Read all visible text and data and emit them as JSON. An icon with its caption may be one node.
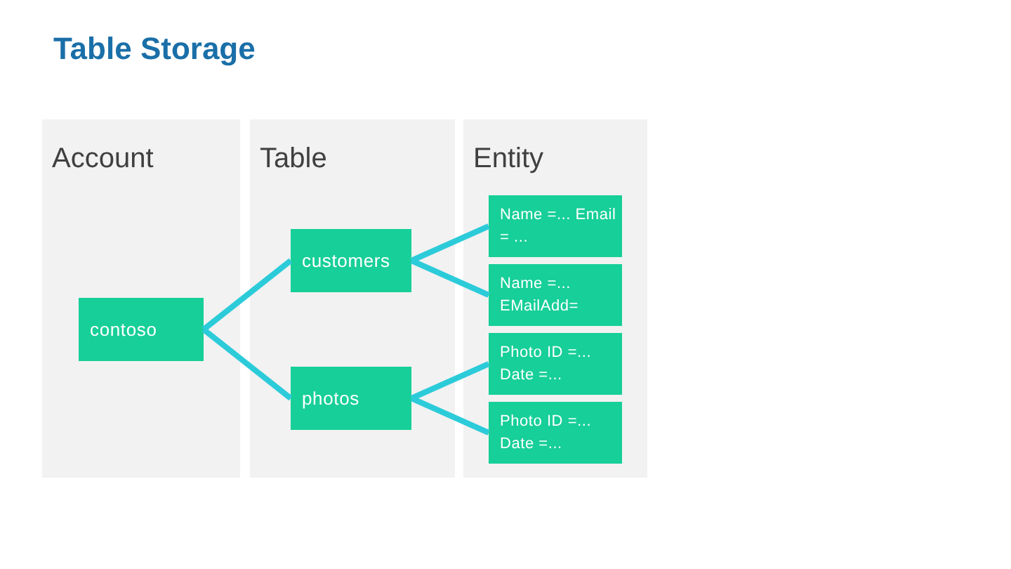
{
  "diagram": {
    "title": "Table Storage",
    "nodes": [
      {
        "text": [
          "Account"
        ]
      },
      {
        "text": [
          "Table"
        ]
      },
      {
        "text": [
          "Entity"
        ]
      },
      {
        "text": [
          "contoso"
        ],
        "in": 0
      },
      {
        "text": [
          "customers"
        ],
        "in": 1
      },
      {
        "text": [
          "photos"
        ],
        "in": 1
      },
      {
        "text": [
          "Name =... Email = ..."
        ],
        "in": 2
      },
      {
        "text": [
          "Name =... EMailAdd="
        ],
        "in": 2
      },
      {
        "text": [
          "Photo ID =... Date =..."
        ],
        "in": 2
      },
      {
        "text": [
          "Photo ID =... Date =..."
        ],
        "in": 2
      }
    ],
    "edges": [
      {
        "from": 3,
        "to": 4,
        "arrow": "none"
      },
      {
        "from": 3,
        "to": 5,
        "arrow": "none"
      },
      {
        "from": 4,
        "to": 6,
        "arrow": "none"
      },
      {
        "from": 4,
        "to": 7,
        "arrow": "none"
      },
      {
        "from": 5,
        "to": 8,
        "arrow": "none"
      },
      {
        "from": 5,
        "to": 9,
        "arrow": "none"
      }
    ]
  }
}
